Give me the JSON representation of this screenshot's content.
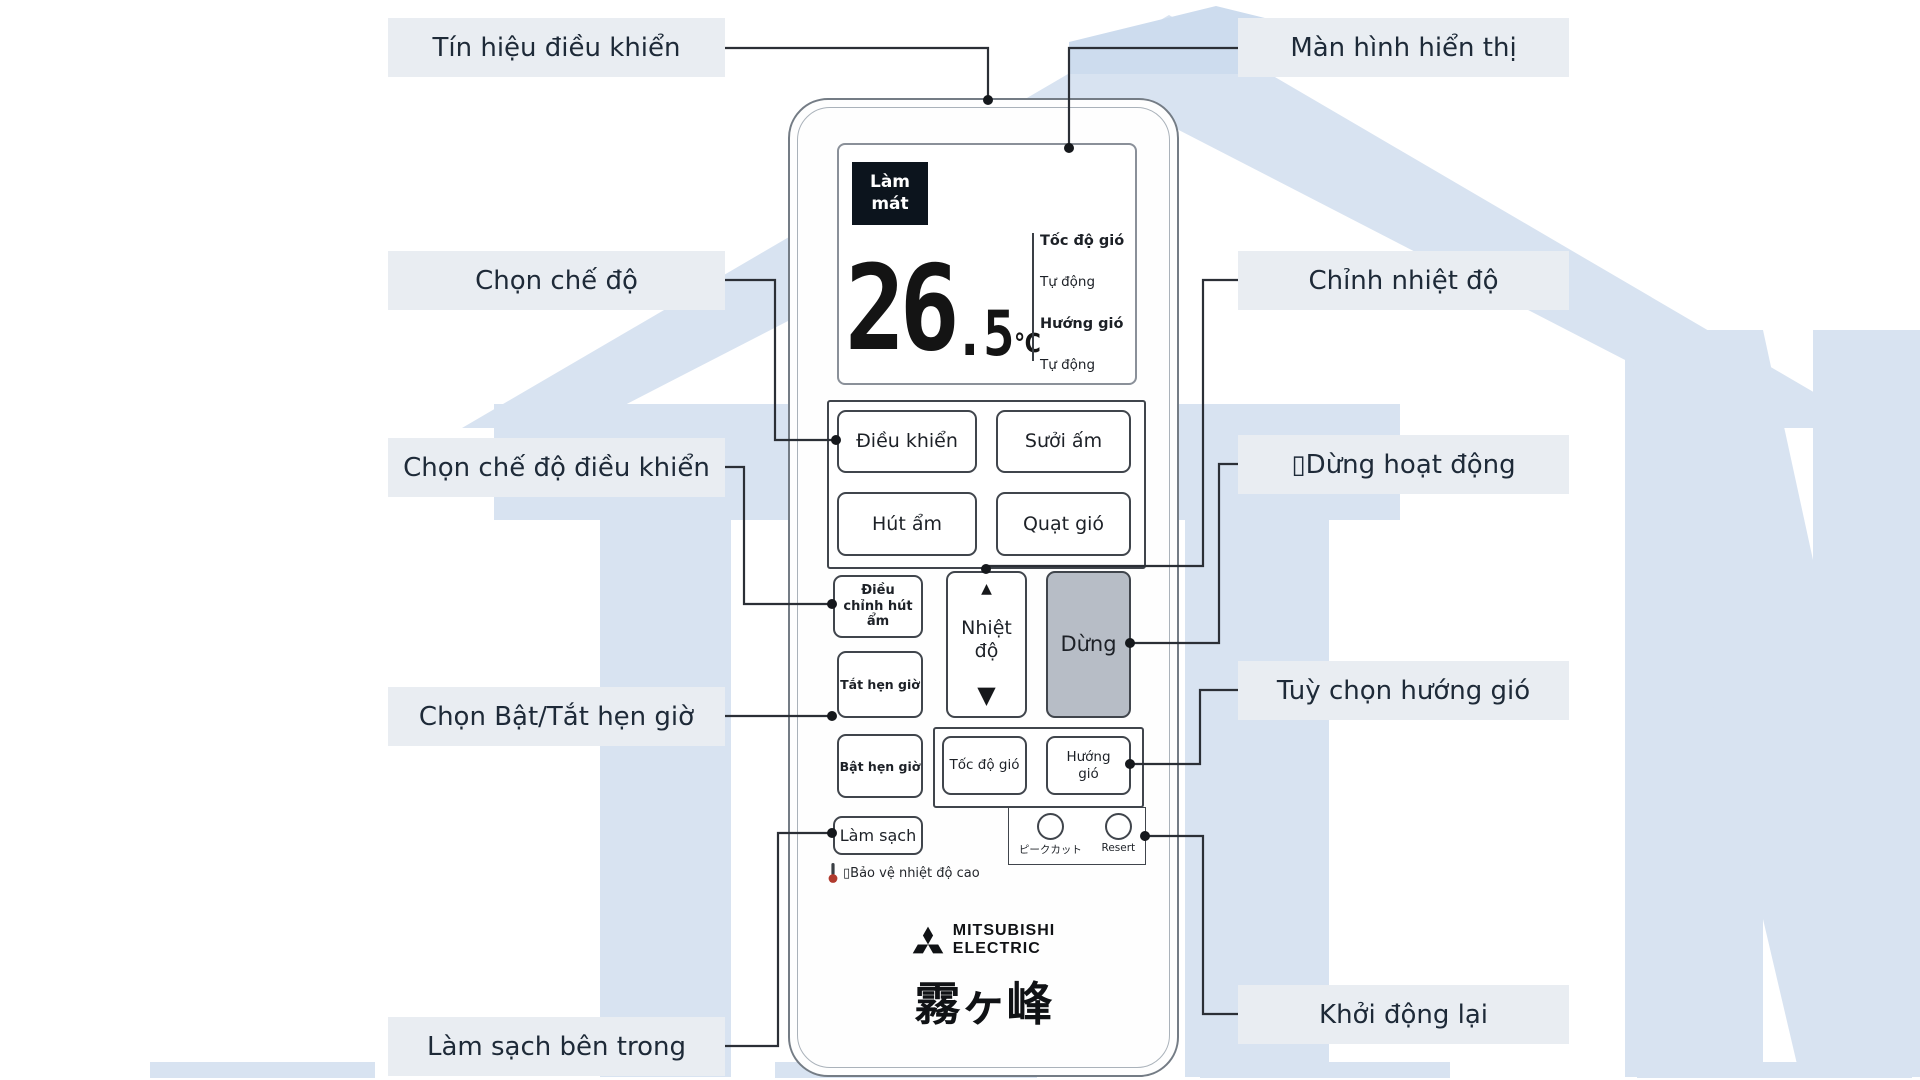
{
  "labels": {
    "left": [
      {
        "text": "Tín hiệu điều khiển"
      },
      {
        "text": "Chọn chế độ"
      },
      {
        "text": "Chọn chế độ điều khiển"
      },
      {
        "text": "Chọn Bật/Tắt hẹn giờ"
      },
      {
        "text": "Làm sạch bên trong"
      }
    ],
    "right": [
      {
        "text": "Màn hình hiển thị"
      },
      {
        "text": "Chỉnh nhiệt độ"
      },
      {
        "text": "▯Dừng hoạt động"
      },
      {
        "text": "Tuỳ chọn hướng gió"
      },
      {
        "text": "Khởi động lại"
      }
    ]
  },
  "remote": {
    "display": {
      "mode_badge": "Làm mát",
      "temp_int": "26",
      "temp_dec": ".5",
      "temp_unit": "℃",
      "status": [
        "Tốc độ gió",
        "Tự động",
        "Hướng gió",
        "Tự động"
      ]
    },
    "buttons": {
      "dieu_khien": "Điều khiển",
      "suoi_am": "Sưởi ấm",
      "hut_am": "Hút ẩm",
      "quat_gio": "Quạt gió",
      "dieu_chinh_hut_am": "Điều chỉnh hút ẩm",
      "nhiet_do": "Nhiệt độ",
      "dung": "Dừng",
      "tat_hen_gio": "Tắt hẹn giờ",
      "bat_hen_gio": "Bật hẹn giờ",
      "toc_do_gio": "Tốc độ gió",
      "huong_gio": "Hướng gió",
      "lam_sach": "Làm sạch",
      "peak_cut": "ピークカット",
      "reset": "Resert"
    },
    "note_high_temp": "▯Bảo vệ nhiệt độ cao",
    "brand": {
      "line1": "MITSUBISHI",
      "line2": "ELECTRIC",
      "kanji": "霧ヶ峰"
    }
  },
  "icons": {
    "temp_up": "▲",
    "temp_down": "▼"
  },
  "colors": {
    "label_bg": "#e9edf2",
    "label_text": "#1e2a38",
    "watermark": "#d8e3f1",
    "stop_button_bg": "#b7bdc6",
    "mode_badge_bg": "#0c141d",
    "connector_line": "#2b2f36"
  }
}
